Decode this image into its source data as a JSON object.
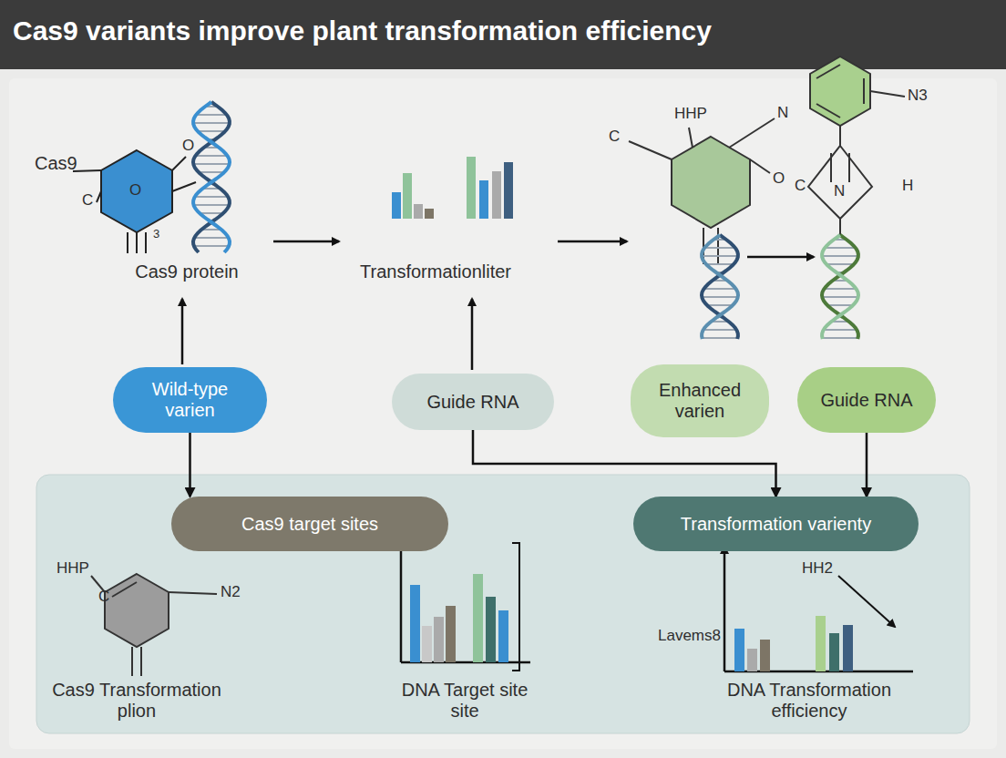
{
  "diagram": {
    "title": "Cas9 variants improve plant transformation efficiency",
    "nodes": [
      {
        "text": [
          "Wild-type varien"
        ]
      },
      {
        "text": [
          "Guide RNA"
        ]
      },
      {
        "text": [
          "Enhanced varien"
        ]
      },
      {
        "text": [
          "Guide RNA"
        ]
      },
      {
        "text": [
          "Cas9 target sites"
        ]
      },
      {
        "text": [
          "Transformation varienty"
        ]
      }
    ],
    "edges": [
      {
        "from": 0,
        "to": 4,
        "arrow": "to"
      },
      {
        "from": 1,
        "to": 5,
        "arrow": "to"
      },
      {
        "from": 3,
        "to": 5,
        "arrow": "to"
      }
    ],
    "labels": [
      "Cas9",
      "C",
      "O",
      "O",
      "3",
      "Cas9 protein",
      "Transformationliter",
      "HHP",
      "C",
      "N",
      "O",
      "N3",
      "C",
      "N",
      "H",
      "HHP",
      "C",
      "N2",
      "Cas9 Transformation plion",
      "DNA Target site site",
      "Lavems8",
      "HH2",
      "DNA Transformation efficiency"
    ]
  }
}
